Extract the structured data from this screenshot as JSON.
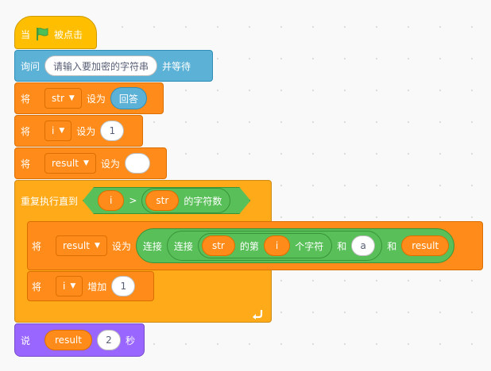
{
  "event": {
    "prefix": "当",
    "suffix": "被点击",
    "icon": "green-flag-icon",
    "flag_color": "#4CBF56"
  },
  "ask": {
    "label": "询问",
    "prompt": "请输入要加密的字符串",
    "suffix": "并等待"
  },
  "set_str": {
    "label": "将",
    "var": "str",
    "mid": "设为",
    "value": "回答"
  },
  "set_i": {
    "label": "将",
    "var": "i",
    "mid": "设为",
    "value": "1"
  },
  "set_result": {
    "label": "将",
    "var": "result",
    "mid": "设为",
    "value": ""
  },
  "repeat": {
    "label": "重复执行直到",
    "left": "i",
    "op": ">",
    "right_var": "str",
    "right_suffix": "的字符数"
  },
  "inner_set": {
    "label": "将",
    "var": "result",
    "mid": "设为",
    "join1": "连接",
    "join2": "连接",
    "str": "str",
    "of": "的第",
    "i": "i",
    "char": "个字符",
    "and1": "和",
    "a": "a",
    "and2": "和",
    "result": "result"
  },
  "change_i": {
    "label": "将",
    "var": "i",
    "mid": "增加",
    "value": "1"
  },
  "loop_icon": "loop-arrow-icon",
  "say": {
    "label": "说",
    "value": "result",
    "secs": "2",
    "suffix": "秒"
  },
  "colors": {
    "events": "#FFBF00",
    "sensing": "#5CB1D6",
    "variables": "#FF8C1A",
    "control": "#FFAB19",
    "operators": "#59C059",
    "looks": "#9966FF"
  }
}
